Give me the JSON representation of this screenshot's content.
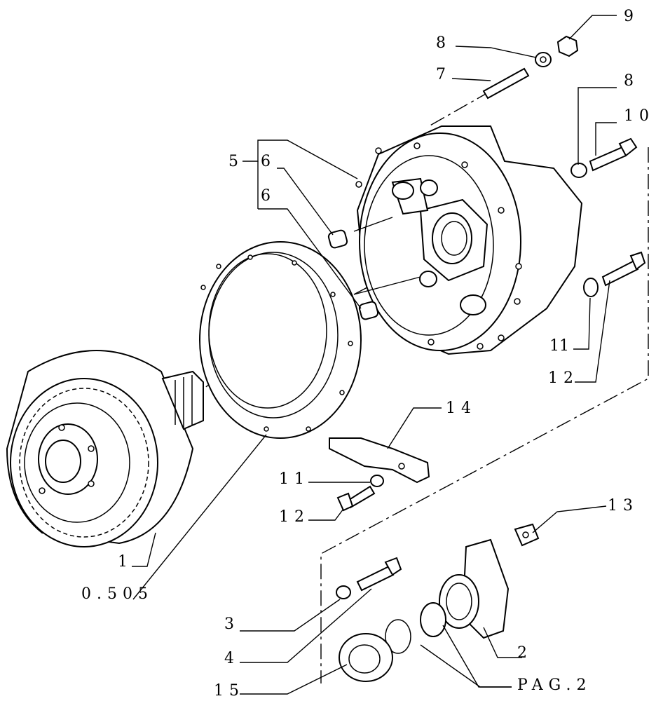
{
  "callouts": {
    "c1": "1",
    "c2": "2",
    "c3": "3",
    "c4": "4",
    "c5": "5",
    "c6a": "6",
    "c6b": "6",
    "c7": "7",
    "c8a": "8",
    "c8b": "8",
    "c9": "9",
    "c10": "10",
    "c11a": "11",
    "c11b": "11",
    "c12a": "12",
    "c12b": "12",
    "c13": "13",
    "c14": "14",
    "c15": "15"
  },
  "references": {
    "ref_0505": "0.505",
    "ref_pag2": "PAG.2"
  }
}
